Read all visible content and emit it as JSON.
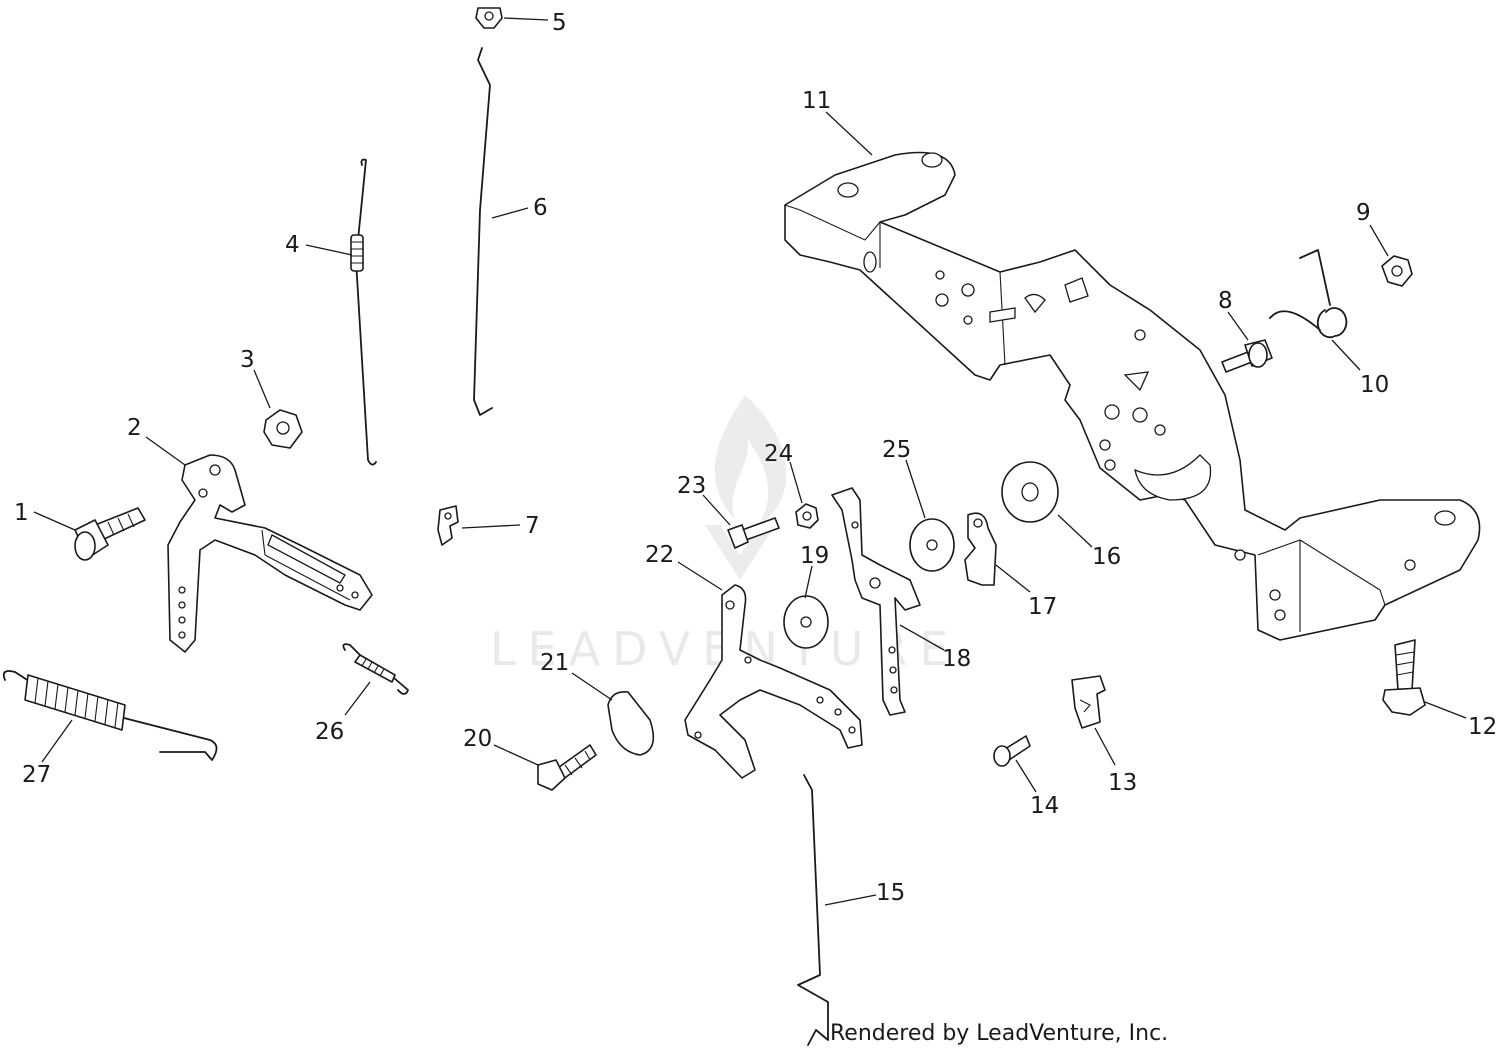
{
  "watermark_text": "LEADVENTURE",
  "credit": "Rendered by LeadVenture, Inc.",
  "callouts": {
    "c1": "1",
    "c2": "2",
    "c3": "3",
    "c4": "4",
    "c5": "5",
    "c6": "6",
    "c7": "7",
    "c8": "8",
    "c9": "9",
    "c10": "10",
    "c11": "11",
    "c12": "12",
    "c13": "13",
    "c14": "14",
    "c15": "15",
    "c16": "16",
    "c17": "17",
    "c18": "18",
    "c19": "19",
    "c20": "20",
    "c21": "21",
    "c22": "22",
    "c23": "23",
    "c24": "24",
    "c25": "25",
    "c26": "26",
    "c27": "27"
  }
}
